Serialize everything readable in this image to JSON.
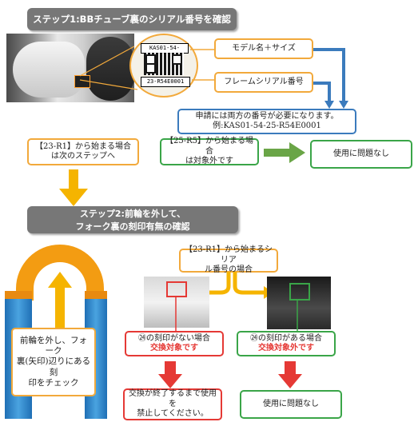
{
  "step1": {
    "banner": "ステップ1:BBチューブ裏のシリアル番号を確認",
    "qr_model_text": "KAS01-54-",
    "qr_serial_text": "23-R54E0001",
    "model_size_label": "モデル名＋サイズ",
    "frame_serial_label": "フレームシリアル番号",
    "requirement_line1": "申請には両方の番号が必要になります。",
    "requirement_line2": "例:KAS01-54-25-R54E0001",
    "r1_case_line1": "【23-R1】から始まる場合",
    "r1_case_line2": "は次のステップへ",
    "r5_case_line1": "【25-R5】から始まる場合",
    "r5_case_line2": "は対象外です",
    "no_problem": "使用に問題なし"
  },
  "step2": {
    "banner_line1": "ステップ2:前輪を外して、",
    "banner_line2": "フォーク裏の刻印有無の確認",
    "r1_serial_line1": "【23-R1】から始まるシリア",
    "r1_serial_line2": "ル番号の場合",
    "instruction_line1": "前輪を外し、フォーク",
    "instruction_line2": "裏(矢印)辺りにある刻",
    "instruction_line3": "印をチェック",
    "no_stamp_line1": "㉔の刻印がない場合",
    "no_stamp_line2": "交換対象です",
    "has_stamp_line1": "㉔の刻印がある場合",
    "has_stamp_line2": "交換対象外です",
    "stop_use_line1": "交換が終了するまで使用を",
    "stop_use_line2": "禁止してください。",
    "no_problem": "使用に問題なし"
  },
  "colors": {
    "orange": "#f2a93b",
    "blue": "#3b7bbd",
    "green": "#3aa548",
    "red": "#e53935",
    "banner": "#777777"
  }
}
